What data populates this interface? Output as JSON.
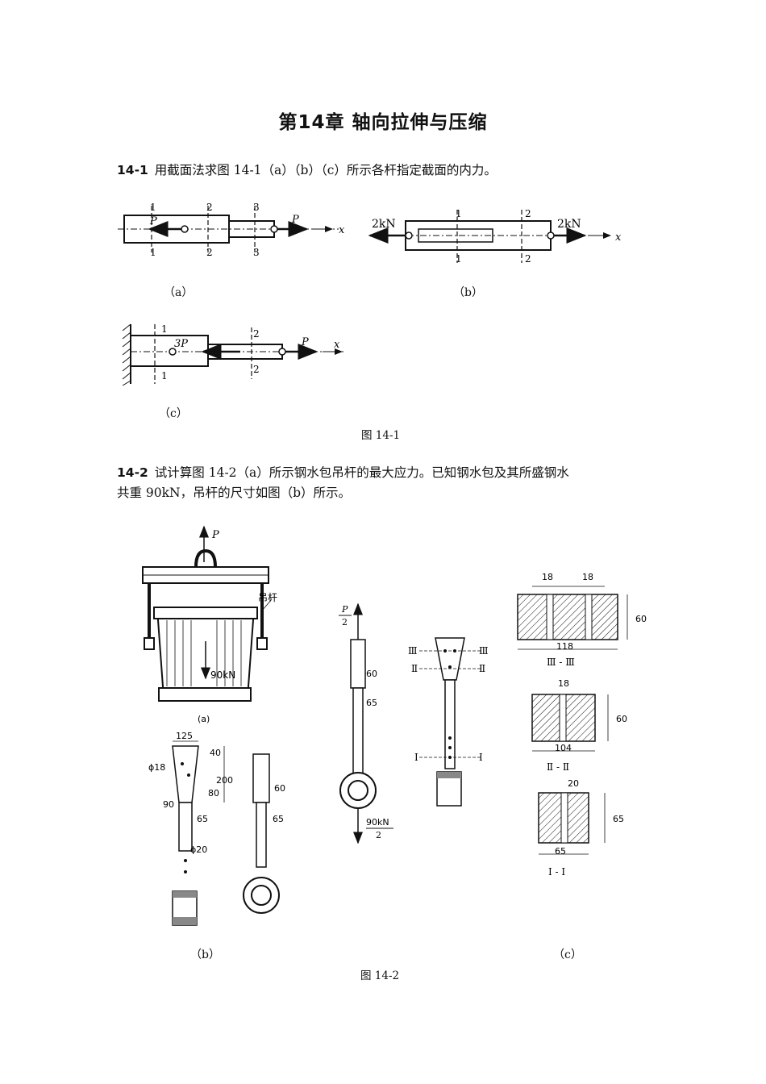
{
  "title": "第14章 轴向拉伸与压缩",
  "problem1": {
    "number": "14-1",
    "text": "用截面法求图 14-1（a）（b）（c）所示各杆指定截面的内力。",
    "figure_caption": "图 14-1",
    "sub_a": "（a）",
    "sub_b": "（b）",
    "sub_c": "（c）",
    "fig_a": {
      "s1": "1",
      "s2": "2",
      "s3": "3",
      "load_left": "P",
      "load_right": "P",
      "axis": "x"
    },
    "fig_b": {
      "s1": "1",
      "s2": "2",
      "load_left": "2kN",
      "load_right": "2kN",
      "axis": "x"
    },
    "fig_c": {
      "s1": "1",
      "s2": "2",
      "load_mid": "3P",
      "load_right": "P",
      "axis": "x"
    }
  },
  "problem2": {
    "number": "14-2",
    "text_line1": "试计算图 14-2（a）所示钢水包吊杆的最大应力。已知钢水包及其所盛钢水",
    "text_line2": "共重 90kN，吊杆的尺寸如图（b）所示。",
    "figure_caption": "图 14-2",
    "sub_a": "(a)",
    "sub_b": "（b）",
    "sub_c": "（c）",
    "fig_a": {
      "load_top": "P",
      "label_rod": "吊杆",
      "load_weight": "90kN"
    },
    "fig_b": {
      "d125": "125",
      "d40": "40",
      "phi18": "ϕ18",
      "d200": "200",
      "d80": "80",
      "d90": "90",
      "d65a": "65",
      "phi20": "ϕ20",
      "d60": "60",
      "d65b": "65"
    },
    "fig_mid": {
      "p_num": "P",
      "p_den": "2",
      "d60": "60",
      "d65": "65",
      "w_num": "90kN",
      "w_den": "2"
    },
    "fig_sections": {
      "sec3a": "Ⅲ",
      "sec3b": "Ⅲ",
      "sec2a": "Ⅱ",
      "sec2b": "Ⅱ",
      "sec1a": "Ⅰ",
      "sec1b": "Ⅰ"
    },
    "fig_c": {
      "s3": {
        "w1": "18",
        "w2": "18",
        "h": "60",
        "width": "118",
        "name": "Ⅲ - Ⅲ"
      },
      "s2": {
        "w1": "18",
        "h": "60",
        "width": "104",
        "name": "Ⅱ - Ⅱ"
      },
      "s1": {
        "w1": "20",
        "h": "65",
        "width": "65",
        "name": "Ⅰ - Ⅰ"
      }
    }
  }
}
